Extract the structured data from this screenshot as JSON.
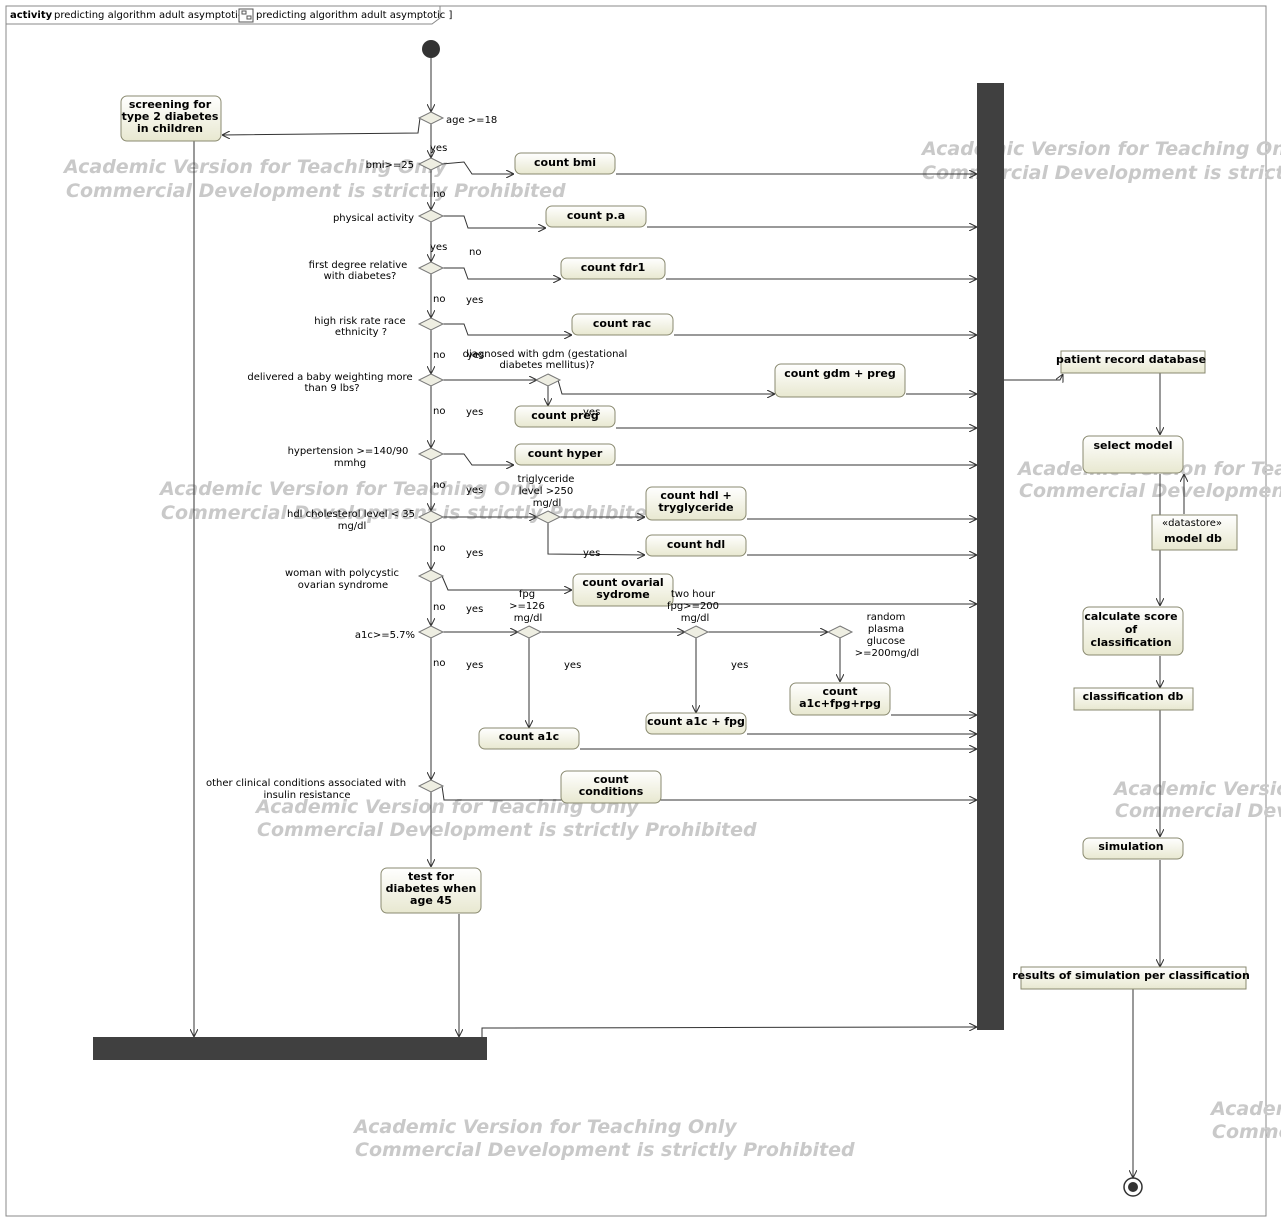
{
  "frame": {
    "kind": "activity",
    "name": "predicting algorithm adult asymptotic [",
    "ref_name": "predicting algorithm adult asymptotic ]"
  },
  "watermark": {
    "line1": "Academic Version for Teaching Only",
    "line2": "Commercial Development is strictly Prohibited"
  },
  "actions": {
    "screening": [
      "screening for",
      "type 2 diabetes",
      "in children"
    ],
    "count_bmi": [
      "count bmi"
    ],
    "count_pa": [
      "count p.a"
    ],
    "count_fdr1": [
      "count fdr1"
    ],
    "count_rac": [
      "count rac"
    ],
    "count_gdm": [
      "count gdm + preg"
    ],
    "count_preg": [
      "count preg"
    ],
    "count_hyper": [
      "count hyper"
    ],
    "count_hdl_tri": [
      "count hdl +",
      "tryglyceride"
    ],
    "count_hdl": [
      "count hdl"
    ],
    "count_ovarial": [
      "count ovarial",
      "sydrome"
    ],
    "count_a1c_fpg_rpg": [
      "count",
      "a1c+fpg+rpg"
    ],
    "count_a1c_fpg": [
      "count a1c + fpg"
    ],
    "count_a1c": [
      "count a1c"
    ],
    "count_conditions": [
      "count",
      "conditions"
    ],
    "test_45": [
      "test for",
      "diabetes when",
      "age 45"
    ],
    "select_model": [
      "select model"
    ],
    "calculate": [
      "calculate score",
      "of",
      "classification"
    ],
    "simulation": [
      "simulation"
    ]
  },
  "objects": {
    "patient_db": "patient record database",
    "model_db_stereotype": "«datastore»",
    "model_db": "model db",
    "classification_db": "classification db",
    "results": "results of simulation per classification"
  },
  "labels": {
    "age": "age >=18",
    "bmi": "bmi>=25",
    "pa": "physical activity",
    "fdr_1": "first degree relative",
    "fdr_2": "with diabetes?",
    "race_1": "high risk rate race",
    "race_2": "ethnicity ?",
    "gdm_1": "diagnosed with gdm (gestational",
    "gdm_2": "diabetes mellitus)?",
    "baby_1": "delivered a baby weighting more",
    "baby_2": "than 9 lbs?",
    "hyper_1": "hypertension >=140/90",
    "hyper_2": "mmhg",
    "tri_1": "triglyceride",
    "tri_2": "level >250",
    "tri_3": "mg/dl",
    "hdl_1": "hdl cholesterol level < 35",
    "hdl_2": "mg/dl",
    "pcos_1": "woman with polycystic",
    "pcos_2": "ovarian syndrome",
    "fpg_1": "fpg",
    "fpg_2": ">=126",
    "fpg_3": "mg/dl",
    "two_1": "two hour",
    "two_2": "fpg>=200",
    "two_3": "mg/dl",
    "rpg_1": "random",
    "rpg_2": "plasma",
    "rpg_3": "glucose",
    "rpg_4": ">=200mg/dl",
    "a1c": "a1c>=5.7%",
    "other_1": "other clinical conditions associated with",
    "other_2": "insulin resistance",
    "yes": "yes",
    "no": "no"
  }
}
